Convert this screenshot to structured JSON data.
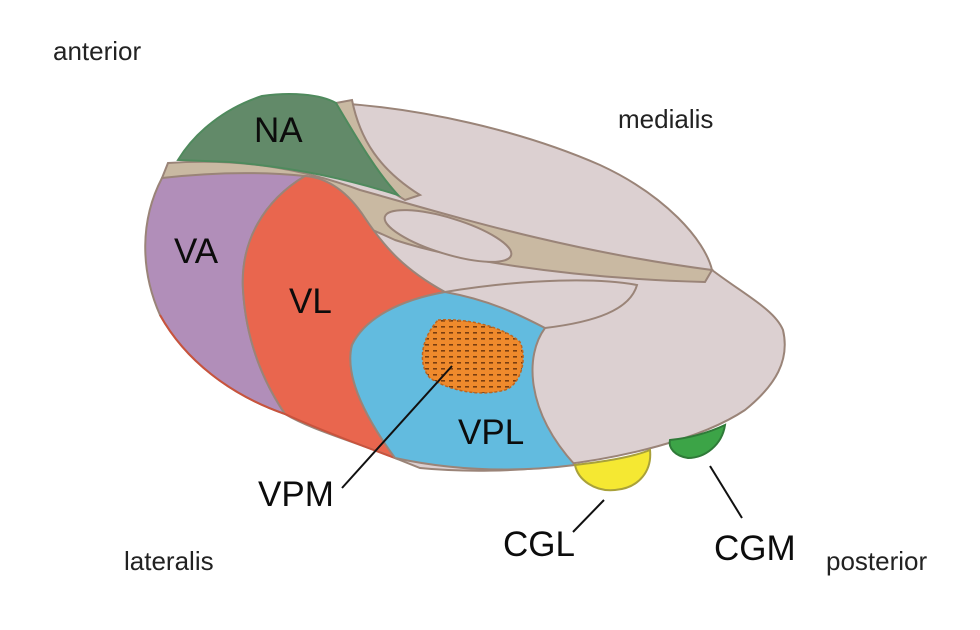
{
  "directions": {
    "anterior": "anterior",
    "medialis": "medialis",
    "lateralis": "lateralis",
    "posterior": "posterior"
  },
  "regions": {
    "na": "NA",
    "va": "VA",
    "vl": "VL",
    "vpl": "VPL"
  },
  "callouts": {
    "vpm": "VPM",
    "cgl": "CGL",
    "cgm": "CGM"
  },
  "colors": {
    "medial_body": "#dcd0d1",
    "lamina": "#c9b9a2",
    "na": "#628a69",
    "va": "#b18eb9",
    "vl": "#e9664e",
    "vpl": "#62bbdf",
    "vpm": "#ef8a2c",
    "cgl": "#f5e832",
    "cgm": "#3ca447"
  }
}
